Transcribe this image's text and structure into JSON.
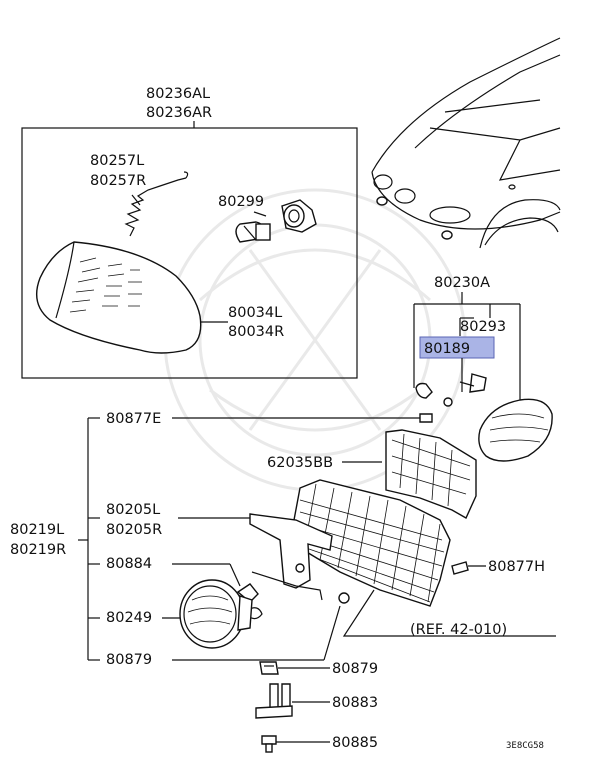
{
  "labels": {
    "assy_l": "80236AL",
    "assy_r": "80236AR",
    "spring_l": "80257L",
    "spring_r": "80257R",
    "socket": "80299",
    "lens_l": "80034L",
    "lens_r": "80034R",
    "side_lamp": "80230A",
    "side_socket": "80293",
    "side_bulb": "80189",
    "screw_top": "80877E",
    "cover": "62035BB",
    "bracket_l": "80205L",
    "bracket_r": "80205R",
    "fog_l": "80219L",
    "fog_r": "80219R",
    "clip": "80884",
    "fog_lamp": "80249",
    "nut_left": "80879",
    "nut_bottom": "80879",
    "screw_right": "80877H",
    "ref": "(REF. 42-010)",
    "bracket_bottom": "80883",
    "bolt_bottom": "80885",
    "diagram_code": "3E8CG58"
  },
  "highlight": {
    "color": "#aab4e6",
    "part": "80189"
  }
}
